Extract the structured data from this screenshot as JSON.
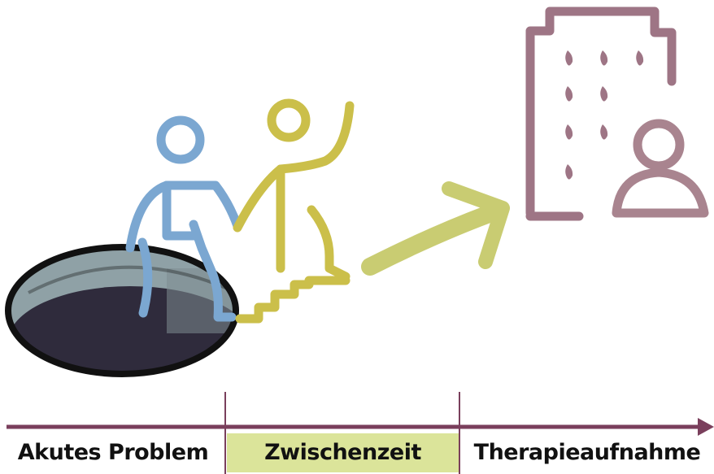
{
  "timeline": {
    "stages": [
      {
        "label": "Akutes Problem"
      },
      {
        "label": "Zwischenzeit",
        "highlight": "#dbe49a"
      },
      {
        "label": "Therapieaufnahme"
      }
    ],
    "axis_color": "#7a3f5c"
  },
  "illustrations": {
    "hole": {
      "icon": "hole-icon",
      "rim_color": "#111111",
      "inner_color": "#2f2b3c",
      "wall_color": "#8fa1a6"
    },
    "person_sitting": {
      "icon": "person-sitting-icon",
      "color": "#7ba7d1"
    },
    "person_helper": {
      "icon": "person-waving-icon",
      "color": "#cbbf4a"
    },
    "stairs": {
      "icon": "stairs-icon",
      "color": "#cbbf4a"
    },
    "arrow": {
      "icon": "arrow-icon",
      "color": "#c9cc72"
    },
    "clinic": {
      "icon": "clinic-building-icon",
      "color": "#9e7585"
    },
    "therapist": {
      "icon": "person-icon",
      "color": "#a9848f"
    }
  }
}
